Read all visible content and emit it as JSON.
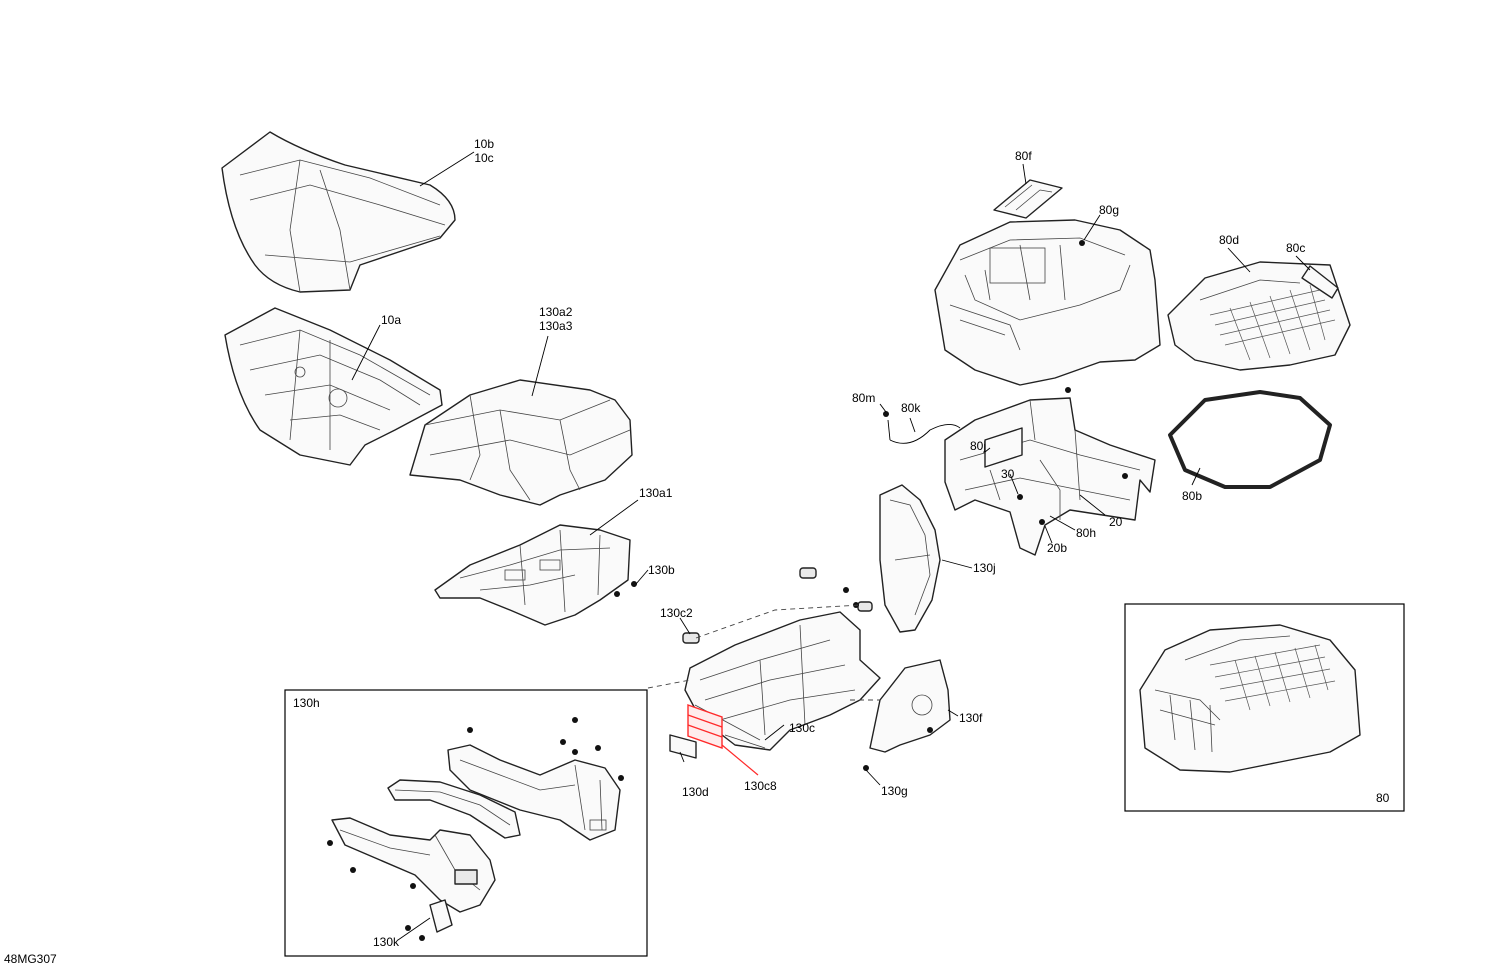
{
  "drawing": {
    "code": "48MG307",
    "accent_color": "#ff2a2a"
  },
  "labels": {
    "p10b": "10b",
    "p10c": "10c",
    "p10a": "10a",
    "p130a2": "130a2",
    "p130a3": "130a3",
    "p130a1": "130a1",
    "p130b": "130b",
    "p130c2": "130c2",
    "p130c": "130c",
    "p130c8": "130c8",
    "p130d": "130d",
    "p130f": "130f",
    "p130g": "130g",
    "p130j": "130j",
    "p130h": "130h",
    "p130k": "130k",
    "p80f": "80f",
    "p80g": "80g",
    "p80d": "80d",
    "p80c": "80c",
    "p80m": "80m",
    "p80k": "80k",
    "p80j": "80j",
    "p30": "30",
    "p20": "20",
    "p80h": "80h",
    "p20b": "20b",
    "p80b": "80b",
    "p80": "80"
  }
}
